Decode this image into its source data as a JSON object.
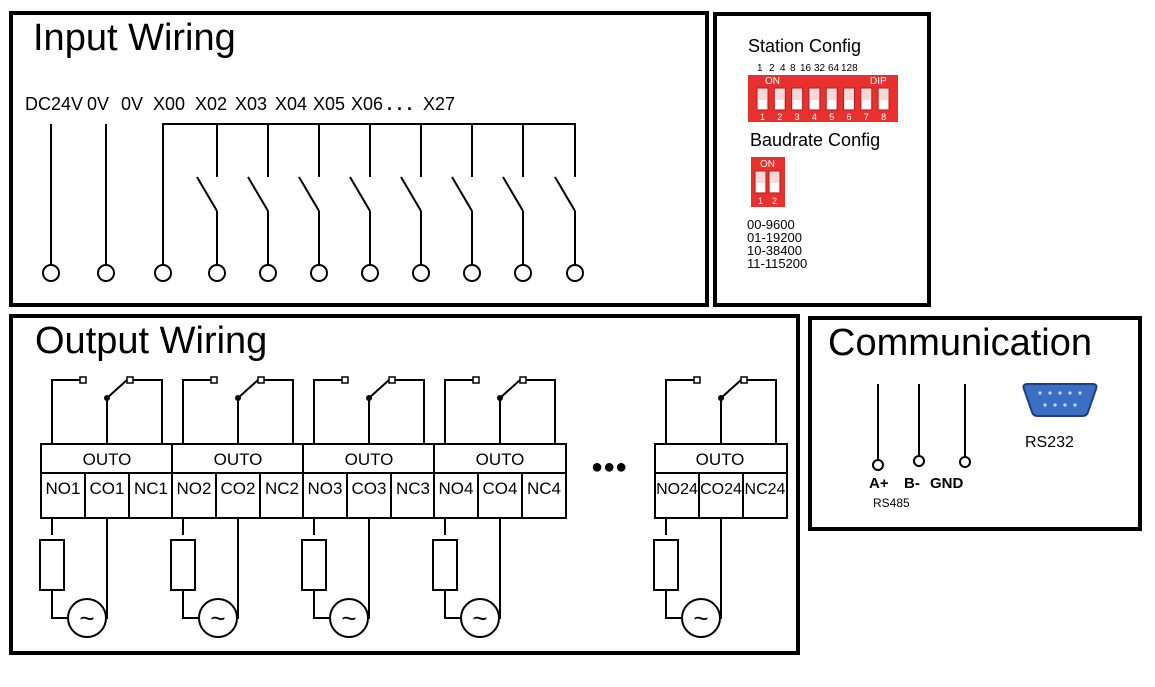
{
  "input_panel": {
    "title": "Input Wiring",
    "terminals": [
      "DC24V",
      "0V",
      "0V",
      "X00",
      "X02",
      "X03",
      "X04",
      "X05",
      "X06",
      ". . .",
      "X27"
    ]
  },
  "station_panel": {
    "title": "Station Config",
    "weights": [
      "1",
      "2",
      "4",
      "8",
      "16",
      "32",
      "64",
      "128"
    ],
    "dip_on": "ON",
    "dip_brand": "DIP",
    "switch_numbers": [
      "1",
      "2",
      "3",
      "4",
      "5",
      "6",
      "7",
      "8"
    ],
    "baud_title": "Baudrate Config",
    "baud_on": "ON",
    "baud_switch_numbers": [
      "1",
      "2"
    ],
    "baud_codes": [
      "00-9600",
      "01-19200",
      "10-38400",
      "11-115200"
    ],
    "dip_color": "#e8312f"
  },
  "output_panel": {
    "title": "Output Wiring",
    "modules": [
      {
        "header": "OUTO",
        "contacts": [
          "NO1",
          "CO1",
          "NC1"
        ]
      },
      {
        "header": "OUTO",
        "contacts": [
          "NO2",
          "CO2",
          "NC2"
        ]
      },
      {
        "header": "OUTO",
        "contacts": [
          "NO3",
          "CO3",
          "NC3"
        ]
      },
      {
        "header": "OUTO",
        "contacts": [
          "NO4",
          "CO4",
          "NC4"
        ]
      },
      {
        "header": "OUTO",
        "contacts": [
          "NO24",
          "CO24",
          "NC24"
        ]
      }
    ],
    "ellipsis": "●●●",
    "ac_symbol": "~"
  },
  "comm_panel": {
    "title": "Communication",
    "terminals": [
      "A+",
      "B-",
      "GND"
    ],
    "bus_label": "RS485",
    "serial_label": "RS232",
    "connector_color": "#3b6fc4"
  }
}
